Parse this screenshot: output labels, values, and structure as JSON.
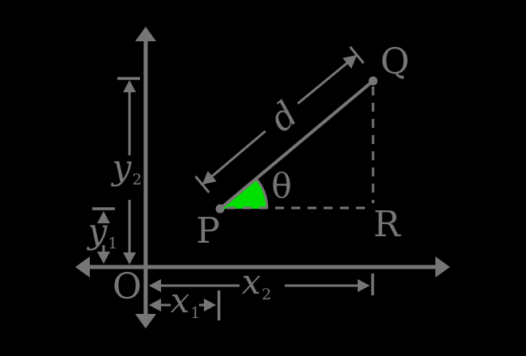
{
  "colors": {
    "background": "#000000",
    "line": "#767676",
    "angle_fill": "#00e000"
  },
  "points": {
    "origin": "O",
    "p": "P",
    "q": "Q",
    "r": "R"
  },
  "angle_label": "θ",
  "distance_label": "d",
  "measures": {
    "x1": {
      "base": "x",
      "sub": "1"
    },
    "x2": {
      "base": "x",
      "sub": "2"
    },
    "y1": {
      "base": "y",
      "sub": "1"
    },
    "y2": {
      "base": "y",
      "sub": "2"
    }
  }
}
